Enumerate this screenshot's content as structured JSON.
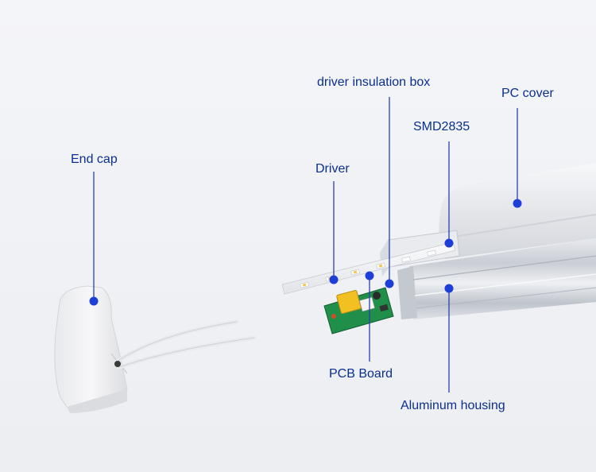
{
  "colors": {
    "background": "#f1f2f5",
    "label_text": "#0a2f8f",
    "callout_line": "#2b3fb0",
    "callout_dot": "#1d3fd8",
    "pcb_green": "#1f8f4a",
    "relay_yellow": "#f2c020"
  },
  "labels": {
    "driver_insulation_box": "driver insulation box",
    "pc_cover": "PC cover",
    "smd2835": "SMD2835",
    "driver": "Driver",
    "end_cap": "End cap",
    "pcb_board": "PCB Board",
    "aluminum_housing": "Aluminum housing"
  }
}
